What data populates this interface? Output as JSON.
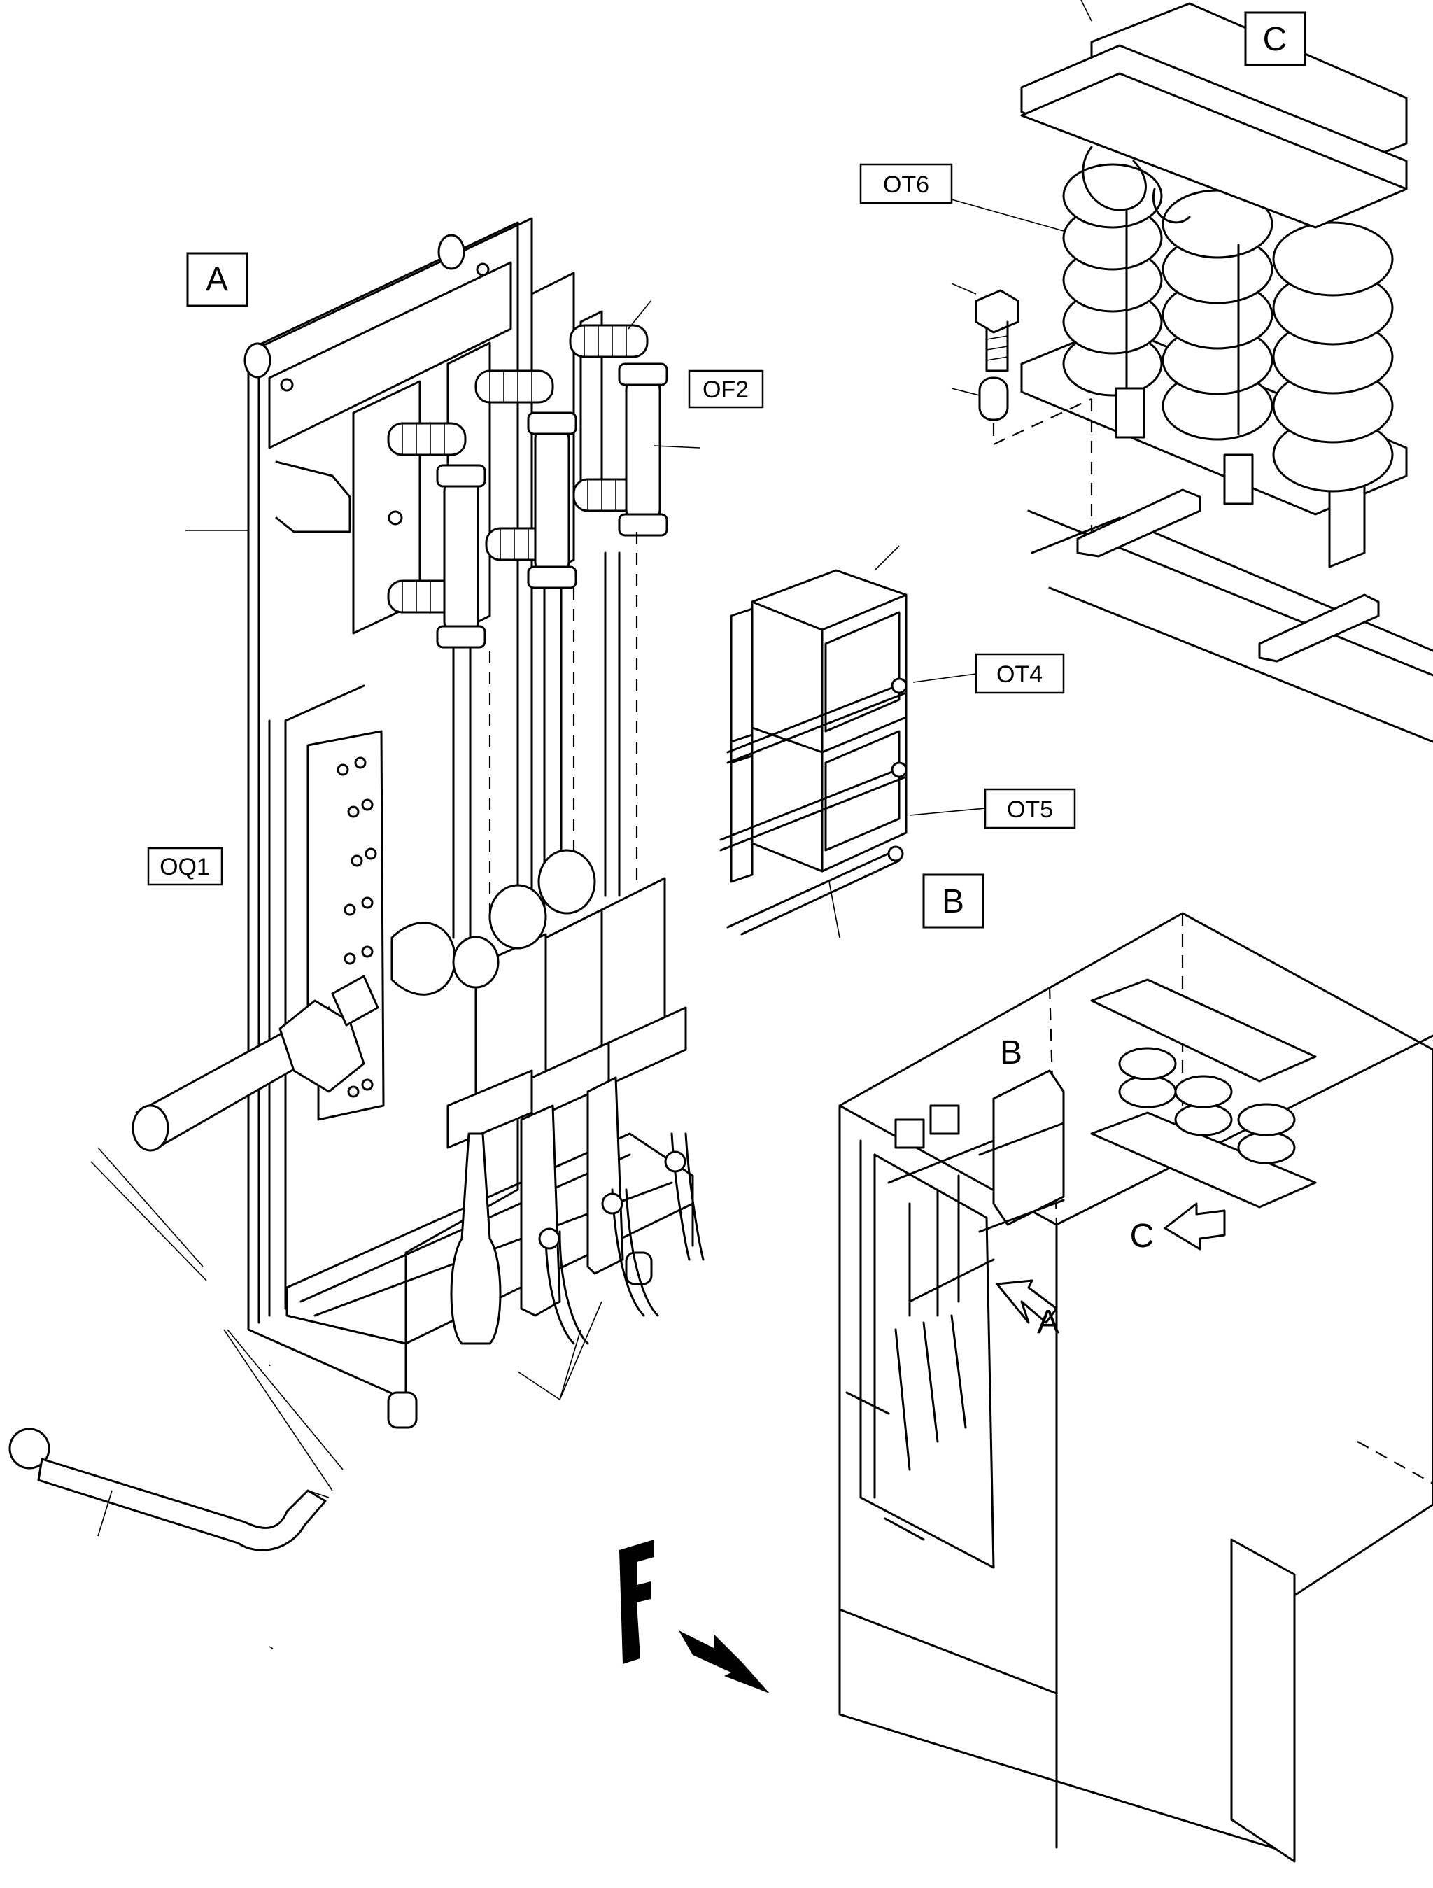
{
  "labels": {
    "view_a": "A",
    "view_b": "B",
    "view_c": "C",
    "oq1": "OQ1",
    "of2": "OF2",
    "ot4": "OT4",
    "ot5": "OT5",
    "ot6": "OT6",
    "cabinet_b": "B",
    "cabinet_a": "A",
    "cabinet_c": "C",
    "front": "F"
  }
}
